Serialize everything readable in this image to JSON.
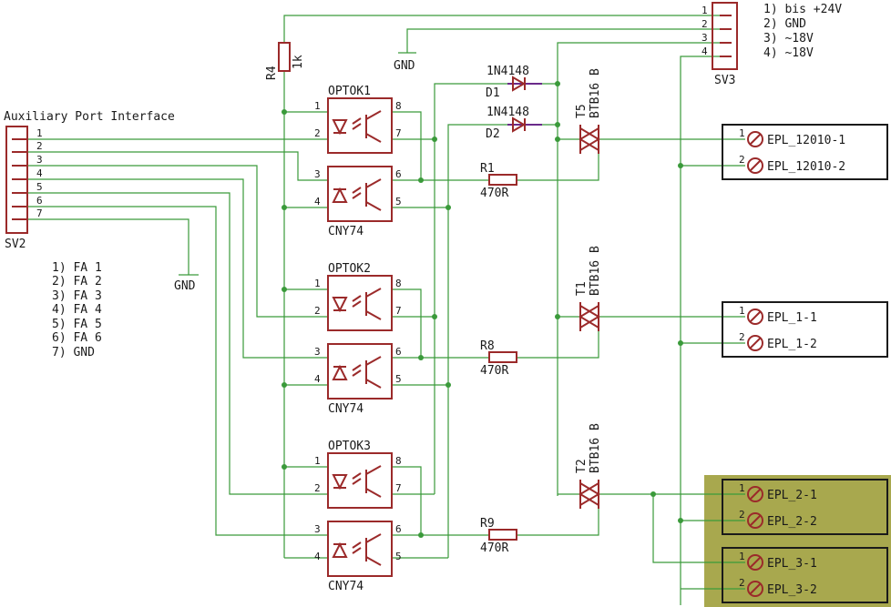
{
  "sv3": {
    "name": "SV3",
    "pins": [
      "1",
      "2",
      "3",
      "4"
    ],
    "legend": [
      "1) bis +24V",
      "2) GND",
      "3) ~18V",
      "4) ~18V"
    ]
  },
  "sv2": {
    "title": "Auxiliary Port Interface",
    "name": "SV2",
    "pins": [
      "1",
      "2",
      "3",
      "4",
      "5",
      "6",
      "7"
    ],
    "legend": [
      "1) FA 1",
      "2) FA 2",
      "3) FA 3",
      "4) FA 4",
      "5) FA 5",
      "6) FA 6",
      "7) GND"
    ]
  },
  "gnd_label": "GND",
  "r4": {
    "name": "R4",
    "value": "1k"
  },
  "optos": [
    {
      "name": "OPTOK1",
      "part": "CNY74"
    },
    {
      "name": "OPTOK2",
      "part": "CNY74"
    },
    {
      "name": "OPTOK3",
      "part": "CNY74"
    }
  ],
  "opto_pins": {
    "p1": "1",
    "p2": "2",
    "p3": "3",
    "p4": "4",
    "p5": "5",
    "p6": "6",
    "p7": "7",
    "p8": "8"
  },
  "diodes": [
    {
      "name": "D1",
      "value": "1N4148"
    },
    {
      "name": "D2",
      "value": "1N4148"
    }
  ],
  "resistors": [
    {
      "name": "R1",
      "value": "470R"
    },
    {
      "name": "R8",
      "value": "470R"
    },
    {
      "name": "R9",
      "value": "470R"
    }
  ],
  "triacs": [
    {
      "name": "T5",
      "value": "BTB16 B"
    },
    {
      "name": "T1",
      "value": "BTB16 B"
    },
    {
      "name": "T2",
      "value": "BTB16 B"
    }
  ],
  "terminals": [
    {
      "pin1": "1",
      "pin2": "2",
      "label1": "EPL_12010-1",
      "label2": "EPL_12010-2"
    },
    {
      "pin1": "1",
      "pin2": "2",
      "label1": "EPL_1-1",
      "label2": "EPL_1-2"
    },
    {
      "pin1": "1",
      "pin2": "2",
      "label1": "EPL_2-1",
      "label2": "EPL_2-2"
    },
    {
      "pin1": "1",
      "pin2": "2",
      "label1": "EPL_3-1",
      "label2": "EPL_3-2"
    }
  ],
  "colors": {
    "wire": "#3a9a3a",
    "part": "#9b2a2a",
    "highlight": "#a8a84e",
    "text": "#1a1a1a"
  }
}
